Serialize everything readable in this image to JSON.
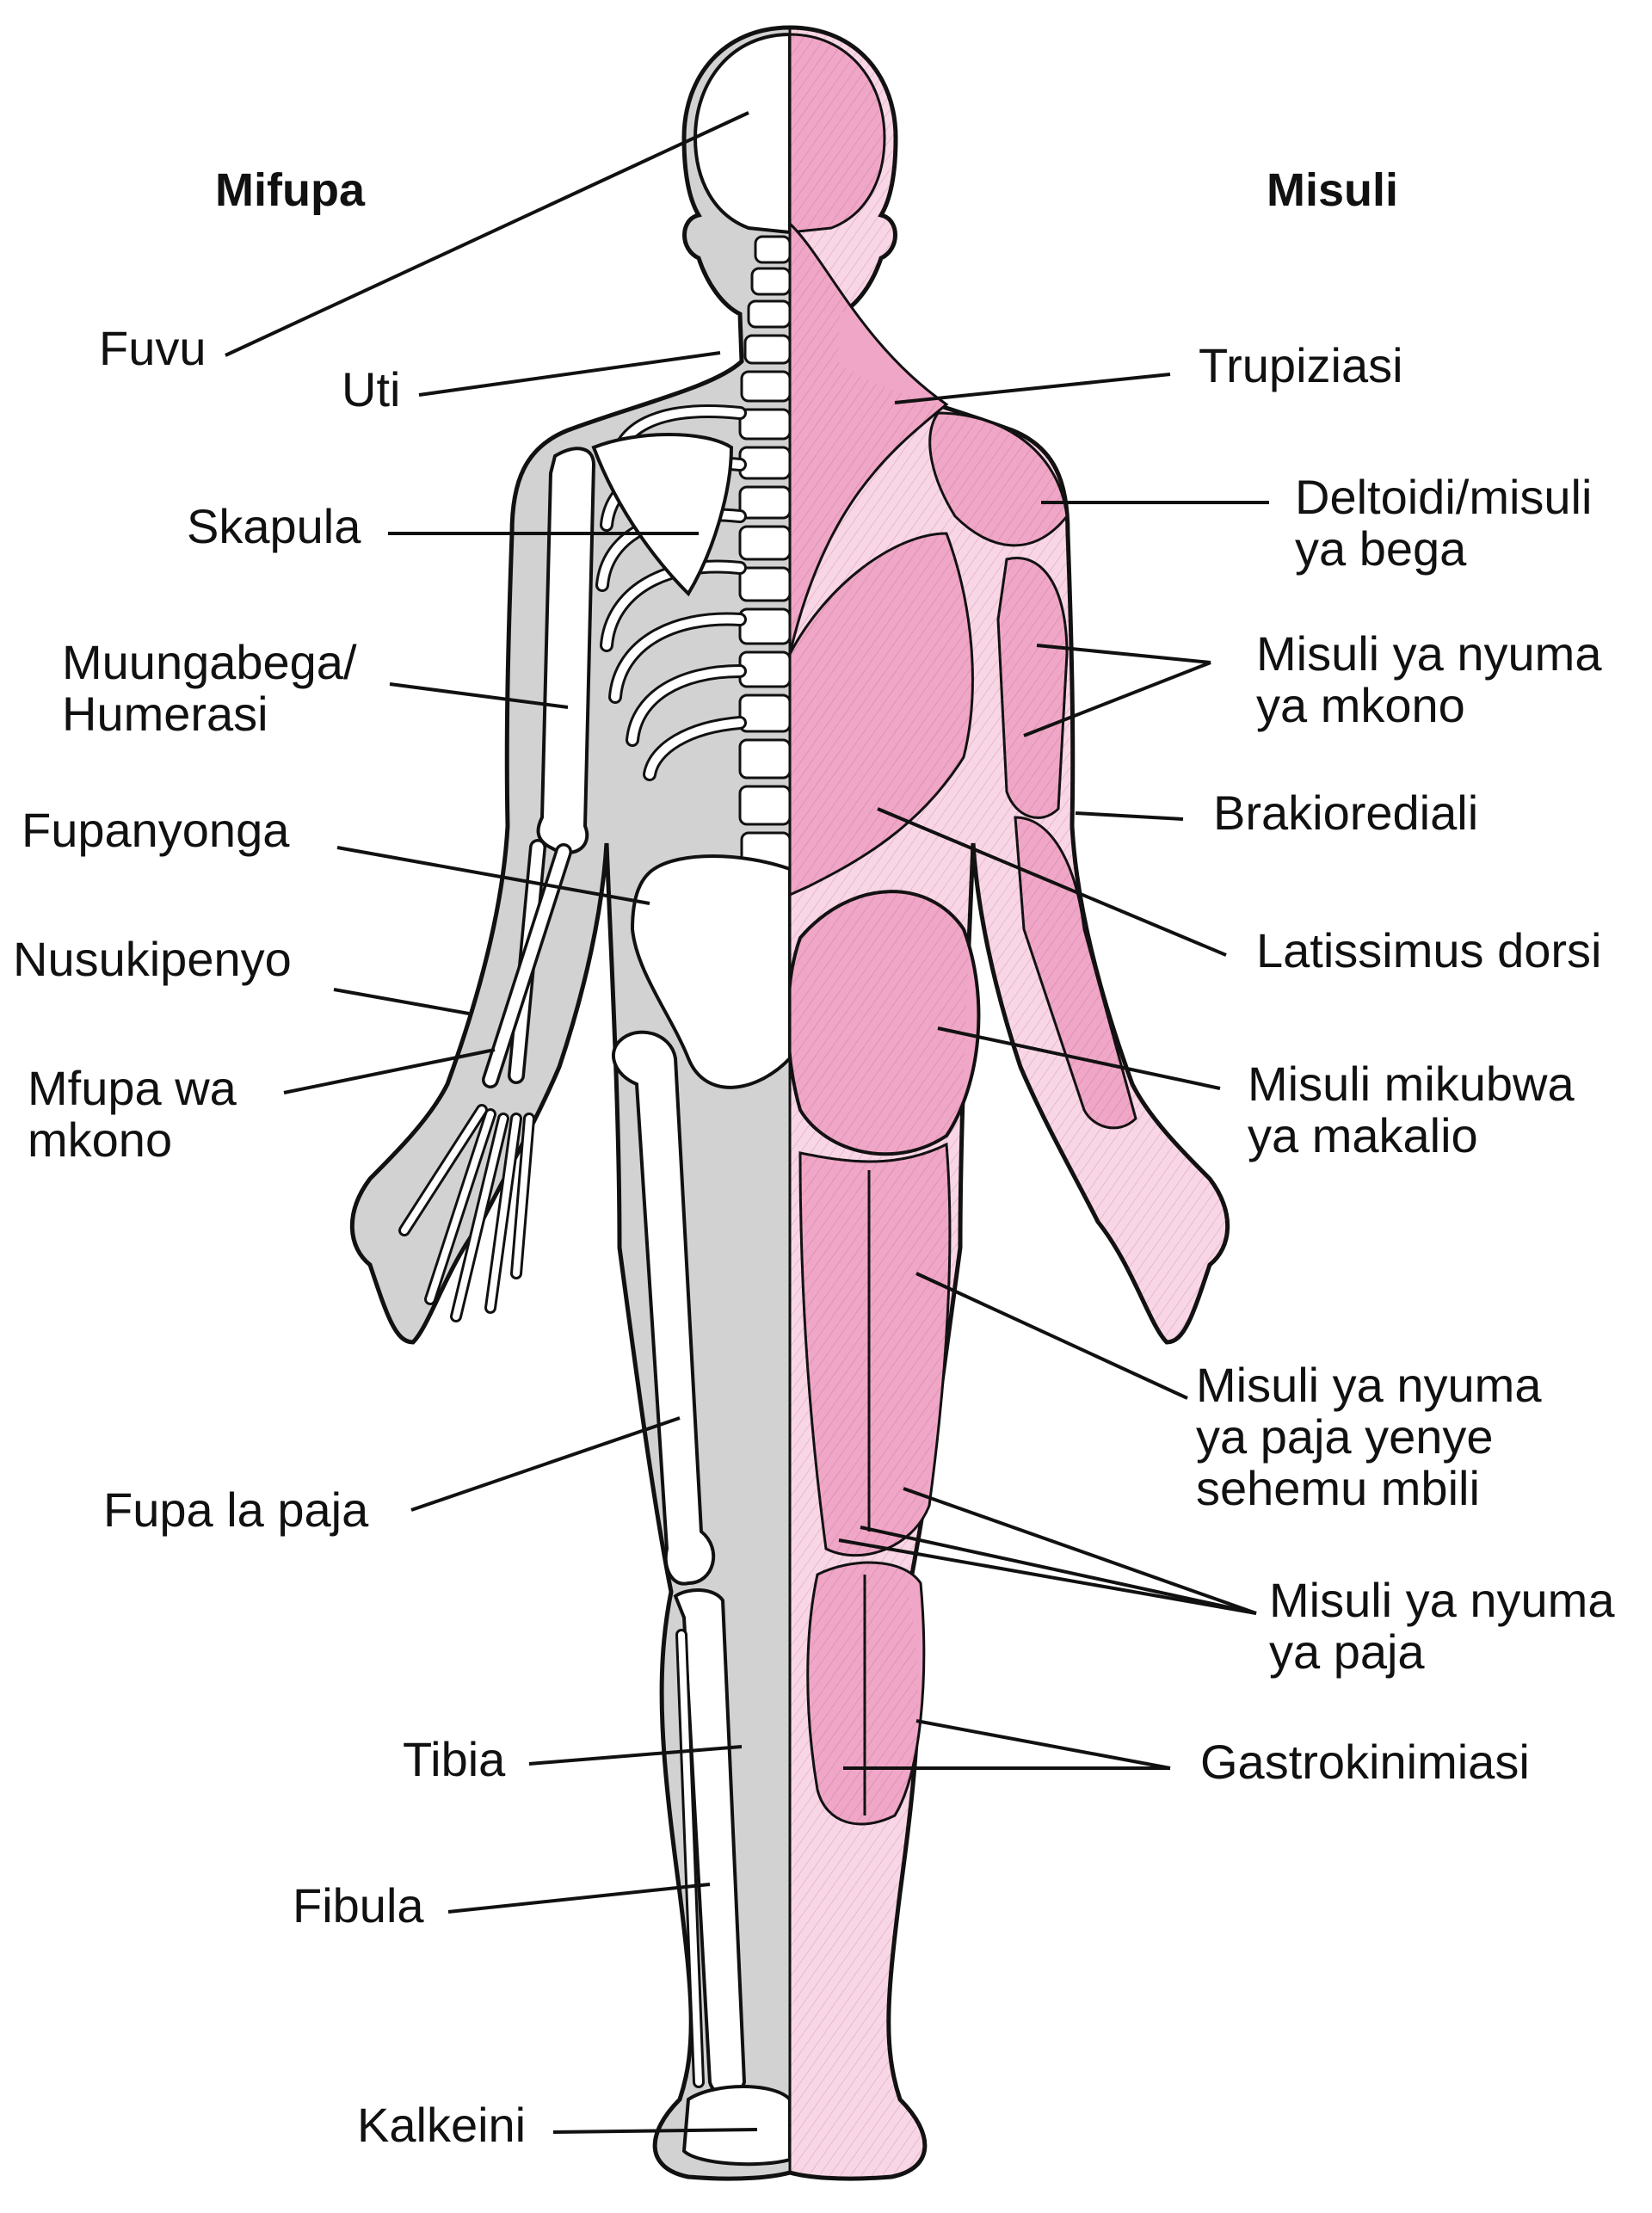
{
  "titles": {
    "bones": "Mifupa",
    "muscles": "Misuli"
  },
  "bones": [
    {
      "id": "fuvu",
      "label": "Fuvu"
    },
    {
      "id": "uti",
      "label": "Uti"
    },
    {
      "id": "skapula",
      "label": "Skapula"
    },
    {
      "id": "humerasi",
      "label": "Muungabega/\nHumerasi"
    },
    {
      "id": "fupanyonga",
      "label": "Fupanyonga"
    },
    {
      "id": "nusukipenyo",
      "label": "Nusukipenyo"
    },
    {
      "id": "mfupa-wa-mkono",
      "label": "Mfupa wa\nmkono"
    },
    {
      "id": "fupa-la-paja",
      "label": "Fupa la paja"
    },
    {
      "id": "tibia",
      "label": "Tibia"
    },
    {
      "id": "fibula",
      "label": "Fibula"
    },
    {
      "id": "kalkeini",
      "label": "Kalkeini"
    }
  ],
  "muscles": [
    {
      "id": "trupiziasi",
      "label": "Trupiziasi"
    },
    {
      "id": "deltoidi",
      "label": "Deltoidi/misuli\nya bega"
    },
    {
      "id": "triceps",
      "label": "Misuli ya nyuma\nya mkono"
    },
    {
      "id": "brakiorediali",
      "label": "Brakiorediali"
    },
    {
      "id": "latissimus",
      "label": "Latissimus dorsi"
    },
    {
      "id": "gluteus",
      "label": "Misuli mikubwa\nya makalio"
    },
    {
      "id": "biceps-femoris",
      "label": "Misuli ya nyuma\nya paja yenye\nsehemu mbili"
    },
    {
      "id": "hamstrings",
      "label": "Misuli ya nyuma\nya paja"
    },
    {
      "id": "gastrokinimiasi",
      "label": "Gastrokinimiasi"
    }
  ],
  "colors": {
    "skin_grey": "#d2d2d2",
    "bone": "#ffffff",
    "muscle": "#f0a6c6",
    "muscle_light": "#f9d6e5",
    "outline": "#111111"
  }
}
